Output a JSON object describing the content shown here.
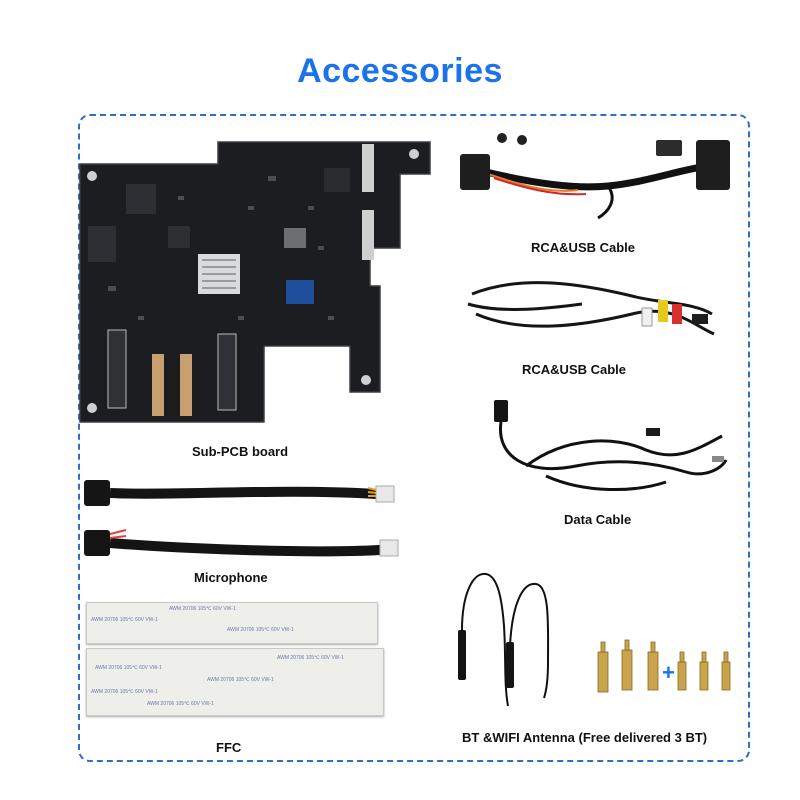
{
  "title": "Accessories",
  "accent_color": "#1a73e8",
  "items": [
    {
      "label": "Sub-PCB board",
      "icon": "pcb-board-image"
    },
    {
      "label": "RCA&USB Cable",
      "icon": "harness-cable-image"
    },
    {
      "label": "RCA&USB Cable",
      "icon": "rca-usb-cable-image"
    },
    {
      "label": "Data Cable",
      "icon": "data-cable-image"
    },
    {
      "label": "Microphone",
      "icon": "microphone-cable-image"
    },
    {
      "label": "FFC",
      "icon": "ffc-ribbon-image"
    },
    {
      "label": "BT &WIFI Antenna (Free delivered 3 BT)",
      "icon": "antenna-image"
    }
  ],
  "ffc_print": "AWM 20706 105℃ 60V VW-1",
  "plus_sign": "+"
}
